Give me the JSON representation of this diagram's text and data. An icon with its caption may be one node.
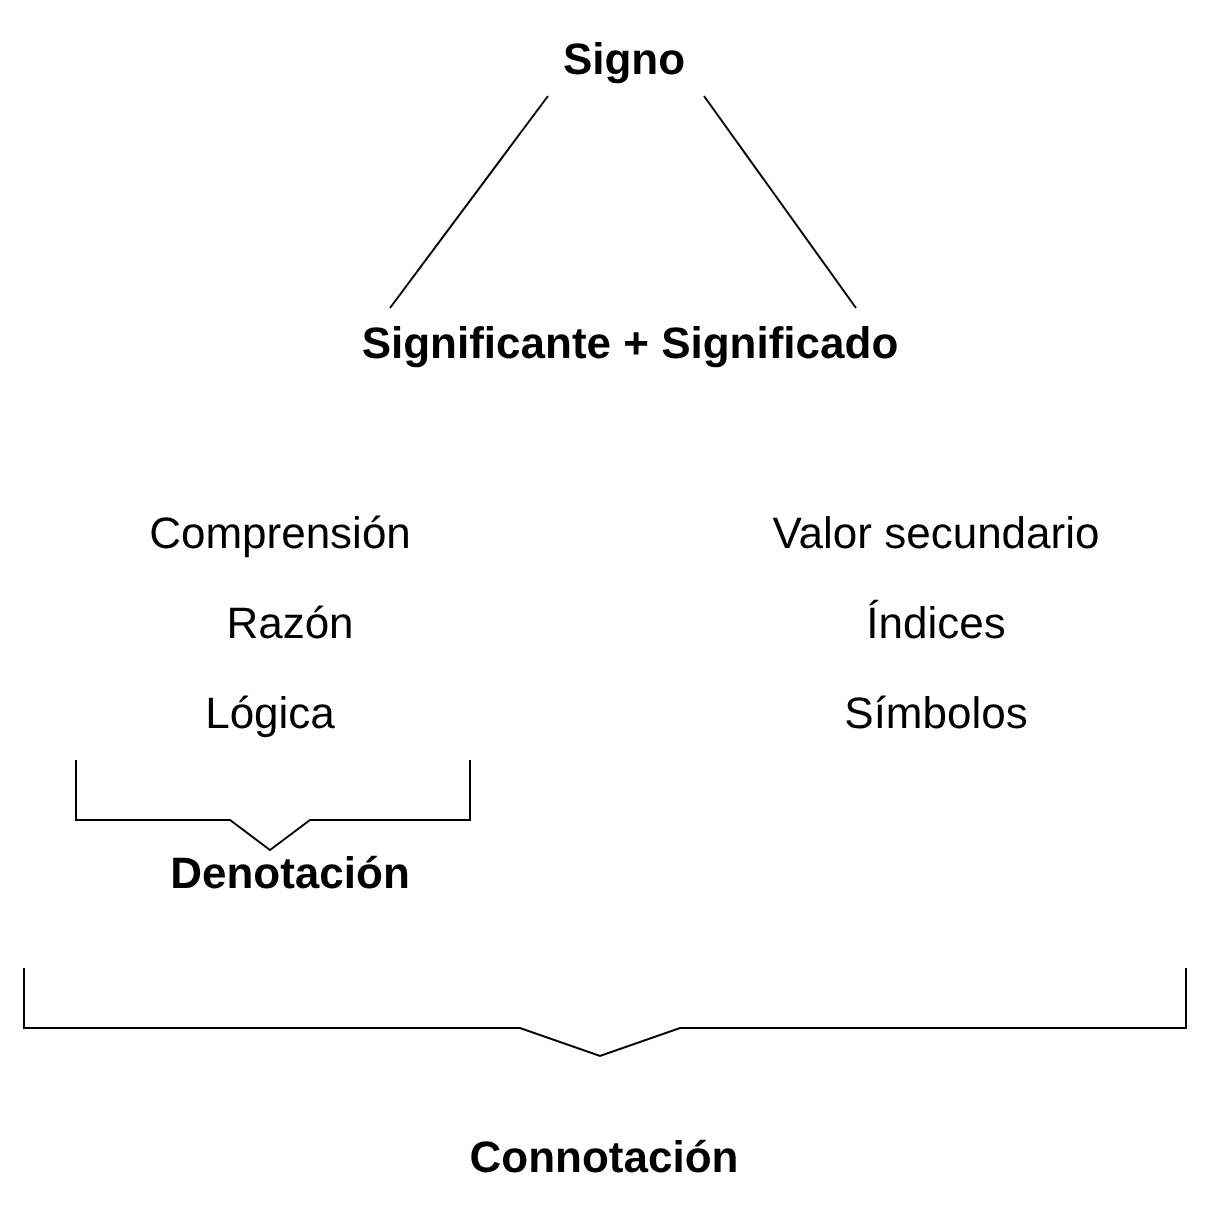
{
  "diagram": {
    "nodes": [
      {
        "text": [
          "Signo"
        ]
      },
      {
        "text": [
          "Significante + Significado"
        ]
      }
    ],
    "edges": [
      {
        "from": 0,
        "to": 1,
        "arrow": "none"
      },
      {
        "from": 0,
        "to": 1,
        "arrow": "none"
      }
    ],
    "labels": [
      "Comprensión",
      "Valor secundario",
      "Razón",
      "Índices",
      "Lógica",
      "Símbolos",
      "Denotación",
      "Connotación"
    ]
  }
}
